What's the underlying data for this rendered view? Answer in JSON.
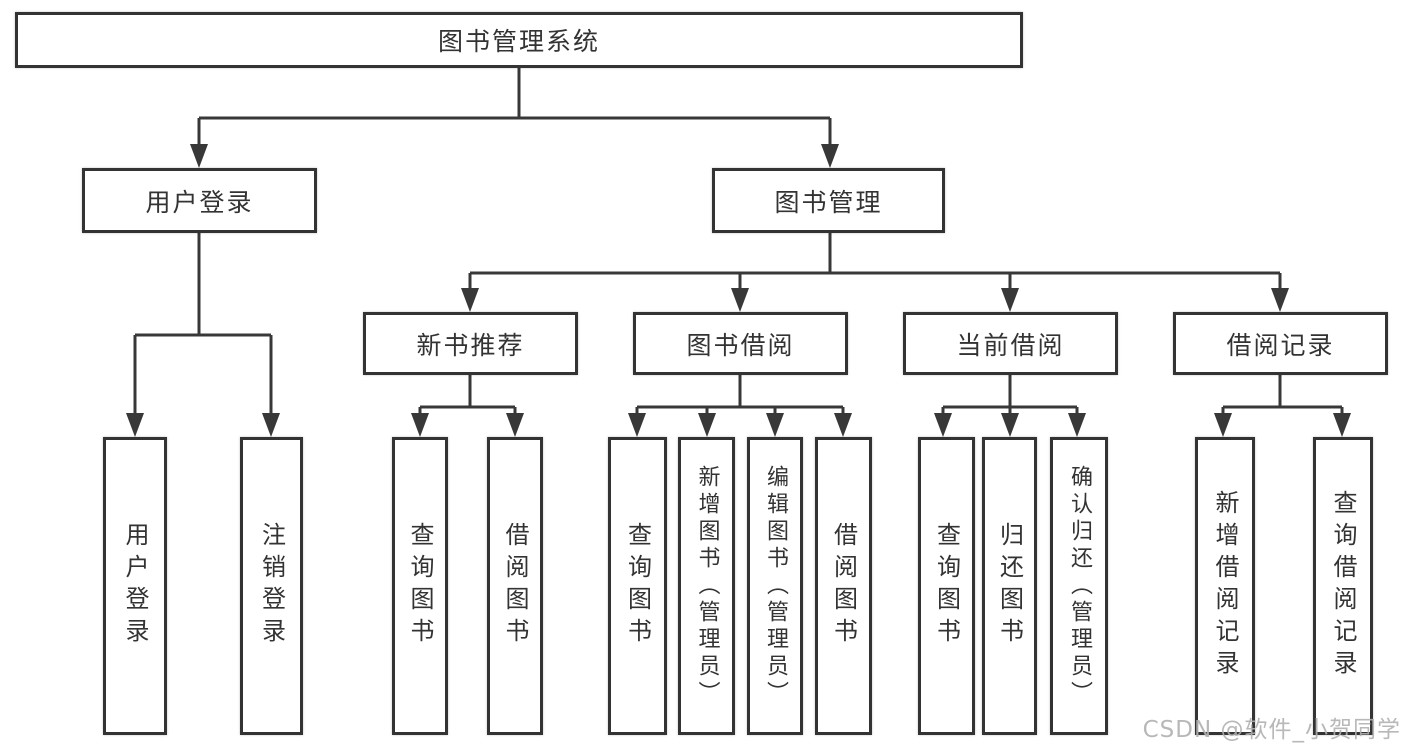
{
  "diagram": {
    "root": "图书管理系统",
    "level2": {
      "user_login": "用户登录",
      "book_management": "图书管理"
    },
    "level3": {
      "new_book": "新书推荐",
      "book_borrow": "图书借阅",
      "current_borrow": "当前借阅",
      "borrow_records": "借阅记录"
    },
    "leaves": {
      "user_login": [
        "用户登录",
        "注销登录"
      ],
      "new_book": [
        "查询图书",
        "借阅图书"
      ],
      "book_borrow": [
        "查询图书",
        "新增图书（管理员）",
        "编辑图书（管理员）",
        "借阅图书"
      ],
      "current_borrow": [
        "查询图书",
        "归还图书",
        "确认归还（管理员）"
      ],
      "borrow_records": [
        "新增借阅记录",
        "查询借阅记录"
      ]
    },
    "watermark": "CSDN @软件_小贺同学",
    "colors": {
      "line": "#383838",
      "box_border": "#333333",
      "text": "#333333",
      "background": "#ffffff",
      "watermark": "#b1b1b1"
    }
  }
}
